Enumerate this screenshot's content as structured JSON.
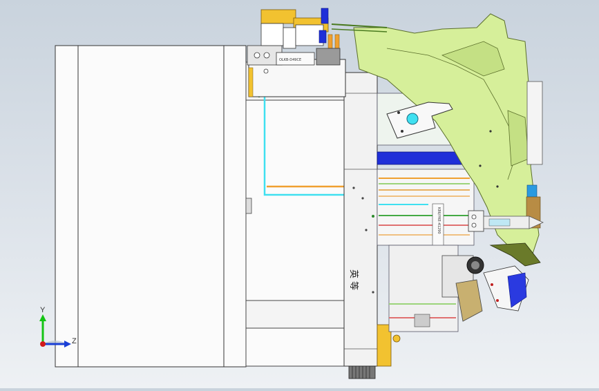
{
  "viewport": {
    "background_top": "#c9d3dd",
    "background_bottom": "#eef1f4"
  },
  "part_labels": {
    "top_block_label": "OLKB-D49CE",
    "vertical_label": "K86/YKE-41290",
    "side_chars": "英 等"
  },
  "triad": {
    "y_label": "Y",
    "z_label": "Z",
    "y_color": "#14c414",
    "z_color": "#1a3fd6",
    "x_color": "#d11a1a"
  },
  "colors": {
    "casting_green": "#d6ef9a",
    "casting_edge": "#5a6e2a",
    "plate_white": "#fbfbfb",
    "steel_gray": "#c8c8c8",
    "blue_bar": "#1f2fd8",
    "cyan_line": "#3fe0f0",
    "orange_line": "#f0a030",
    "yellow_block": "#f2c230"
  }
}
